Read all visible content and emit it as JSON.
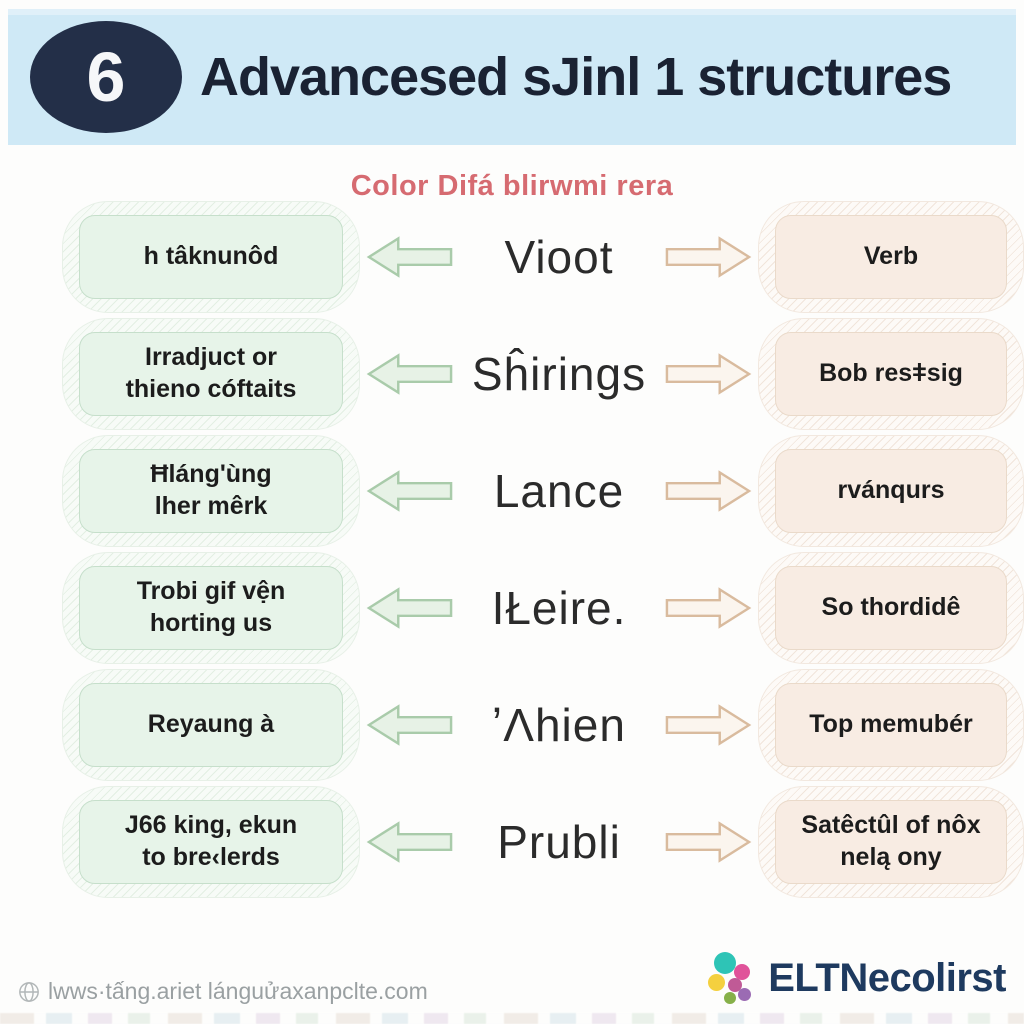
{
  "header": {
    "badge_number": "6",
    "title": "Advancesed sJinl 1 structures"
  },
  "subtitle": "Color Difá blirwmi rera",
  "rows": [
    {
      "left": "h tâknunôd",
      "center": "Vioot",
      "right": "Verb"
    },
    {
      "left": "Irradjuct or\nthieno cóftaits",
      "center": "Sĥirings",
      "right": "Bob resǂsig"
    },
    {
      "left": "Ħláng'ùng\nlher mêrk",
      "center": "Lance",
      "right": "rvánqurs"
    },
    {
      "left": "Trobi gif vện\nhorting us",
      "center": "IŁeire.",
      "right": "So thordidê"
    },
    {
      "left": "Reyaung à",
      "center": "ʼΛhien",
      "right": "Top memubér"
    },
    {
      "left": "J66 king, ekun\nto bre‹lerds",
      "center": "Prubli",
      "right": "Satêctûl of nôx\nnelą ony"
    }
  ],
  "footer": {
    "website": "lwws·tấng.ariet lánguửaxanpclte.com",
    "brand": "ELTNecolirst"
  },
  "colors": {
    "header_bg": "#cfe9f6",
    "badge_bg": "#232f48",
    "title_text": "#1a2233",
    "subtitle_text": "#d66b71",
    "green_box_fill": "#e7f4e9",
    "green_box_border": "#c6dfcb",
    "peach_box_fill": "#f8ece3",
    "peach_box_border": "#eadaca",
    "green_arrow_stroke": "#a9cbaa",
    "peach_arrow_stroke": "#d9bb9e",
    "logo_navy": "#1e3a5f",
    "logo_dots": [
      "#2ec4b6",
      "#e0539a",
      "#c05a96",
      "#f4d03f",
      "#86b049",
      "#9b6bb3"
    ]
  }
}
